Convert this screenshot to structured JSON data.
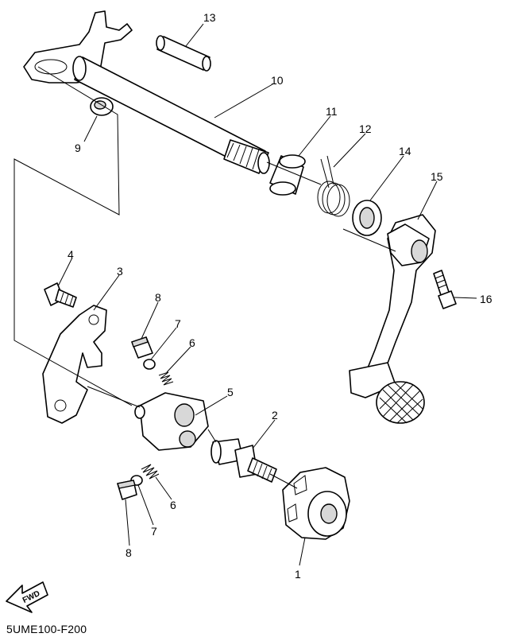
{
  "callouts": {
    "c1": "1",
    "c2": "2",
    "c3": "3",
    "c4": "4",
    "c5": "5",
    "c6a": "6",
    "c6b": "6",
    "c7a": "7",
    "c7b": "7",
    "c8a": "8",
    "c8b": "8",
    "c9": "9",
    "c10": "10",
    "c11": "11",
    "c12": "12",
    "c13": "13",
    "c14": "14",
    "c15": "15",
    "c16": "16"
  },
  "fwd_badge": "FWD",
  "diagram_code": "5UME100-F200"
}
